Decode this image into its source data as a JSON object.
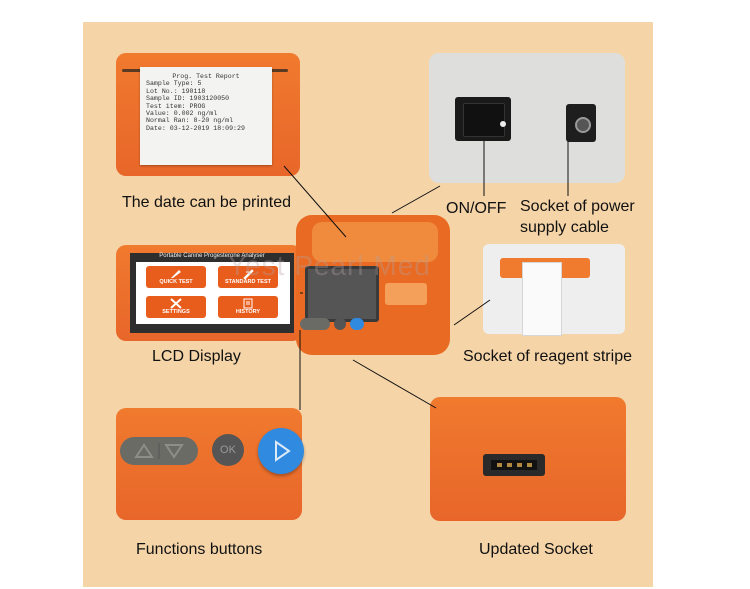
{
  "captions": {
    "print": "The date can be printed",
    "onoff": "ON/OFF",
    "power_line1": "Socket of power",
    "power_line2": "supply cable",
    "lcd": "LCD Display",
    "reagent": "Socket of reagent stripe",
    "functions": "Functions buttons",
    "updated": "Updated Socket"
  },
  "receipt": {
    "title": "Prog. Test Report",
    "lines": [
      "Sample Type: 5",
      "Lot No.: 190118",
      "Sample ID: 1903120050",
      "Test item: PROG",
      "Value: 0.002 ng/ml",
      "Normal Ran: 8-20 ng/ml",
      "Date: 03-12-2019 18:09:29"
    ]
  },
  "lcd": {
    "title": "Portable Canine Progesterone Analyser",
    "tiles": [
      "QUICK TEST",
      "STANDARD TEST",
      "SETTINGS",
      "HISTORY"
    ]
  },
  "buttons": {
    "ok": "OK"
  },
  "watermark": "Yest Pearl Med",
  "colors": {
    "accent_orange": "#e8662a",
    "panel_background": "#f5d4a8",
    "lcd_tile": "#e85c1c",
    "start_button_blue": "#2f8ae0"
  }
}
